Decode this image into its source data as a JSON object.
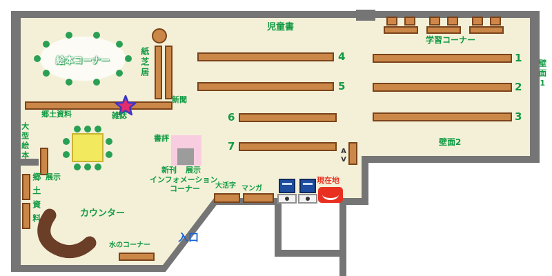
{
  "labels": {
    "ehon_corner": "絵本コーナー",
    "kamishibai": "紙芝居",
    "shinbun": "新聞",
    "zasshi": "雑誌",
    "kyodo_shiryo_top": "郷土資料",
    "ogata_ehon": "大型絵本",
    "tenji_left": "展示",
    "kyodo_shiryo_side": "郷土資料",
    "jidosho": "児童書",
    "gakushu_corner": "学習コーナー",
    "hekimen1": "壁面1",
    "hekimen2": "壁面2",
    "shohyo": "書評",
    "shinkan": "新刊",
    "tenji_shinkan": "展示",
    "information_line1": "インフォメーション",
    "information_line2": "コーナー",
    "daikatsuji": "大活字",
    "manga": "マンガ",
    "genzaichi": "現在地",
    "counter": "カウンター",
    "mizu_corner": "水のコーナー",
    "iriguchi": "入口",
    "av": "AV"
  },
  "shelf_numbers": {
    "n1": "1",
    "n2": "2",
    "n3": "3",
    "n4": "4",
    "n5": "5",
    "n6": "6",
    "n7": "7"
  },
  "colors": {
    "floor": "#f4f0d8",
    "wall": "#757575",
    "shelf": "#ca8748",
    "shelf_border": "#7a431a",
    "label_green": "#119a43",
    "entrance_blue": "#1663d9",
    "marker_red": "#e93020",
    "table_yellow": "#f2e95e",
    "stool_green": "#2aa055",
    "display_pink": "#f8cde0",
    "counter_brown": "#6b3e28"
  }
}
